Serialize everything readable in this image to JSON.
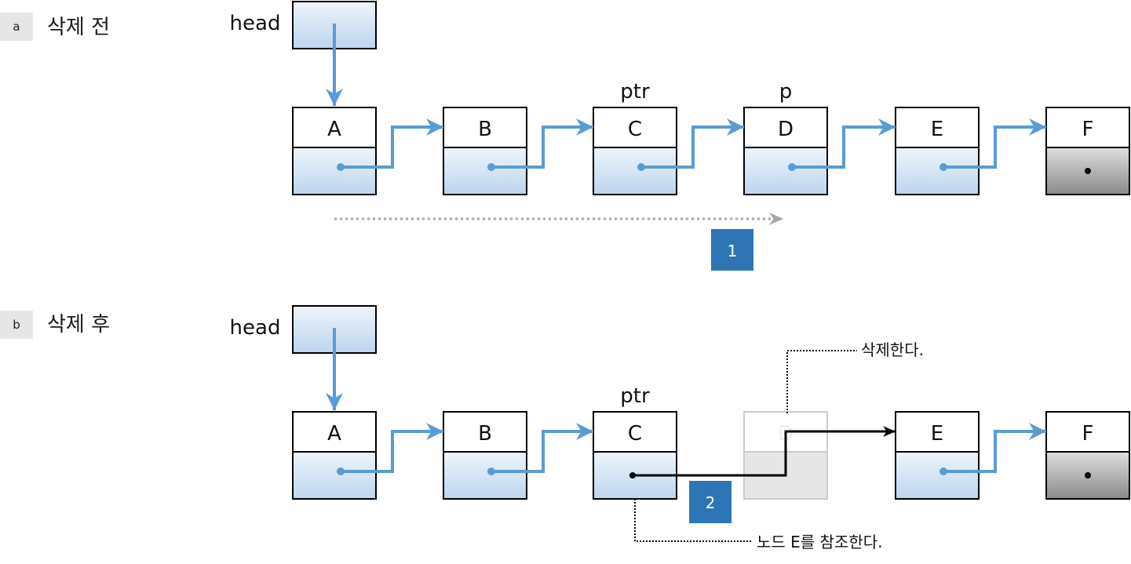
{
  "panels": [
    {
      "tag": "a",
      "title": "삭제 전",
      "head_label": "head",
      "nodes": [
        {
          "label": "A",
          "state": "normal"
        },
        {
          "label": "B",
          "state": "normal"
        },
        {
          "label": "C",
          "state": "normal",
          "pointer": "ptr"
        },
        {
          "label": "D",
          "state": "normal",
          "pointer": "p"
        },
        {
          "label": "E",
          "state": "normal"
        },
        {
          "label": "F",
          "state": "tail"
        }
      ],
      "step_badge": "1"
    },
    {
      "tag": "b",
      "title": "삭제 후",
      "head_label": "head",
      "nodes": [
        {
          "label": "A",
          "state": "normal"
        },
        {
          "label": "B",
          "state": "normal"
        },
        {
          "label": "C",
          "state": "normal",
          "pointer": "ptr"
        },
        {
          "label": "D",
          "state": "deleted"
        },
        {
          "label": "E",
          "state": "normal"
        },
        {
          "label": "F",
          "state": "tail"
        }
      ],
      "step_badge": "2",
      "annotations": {
        "deleted_note": "삭제한다.",
        "reference_note": "노드 E를 참조한다."
      }
    }
  ],
  "colors": {
    "link_arrow": "#5b9bd5",
    "node_border": "#000000",
    "node_fill_top": "#eef5fc",
    "node_fill_bottom": "#bcd5ee",
    "tail_fill_top": "#dedede",
    "tail_fill_bottom": "#8a8a8a",
    "deleted_fill": "#e6e6e6",
    "deleted_border": "#cccccc",
    "badge_fill": "#2e75b6",
    "badge_text": "#ffffff",
    "traverse_arrow": "#a6a6a6",
    "new_link": "#000000"
  }
}
